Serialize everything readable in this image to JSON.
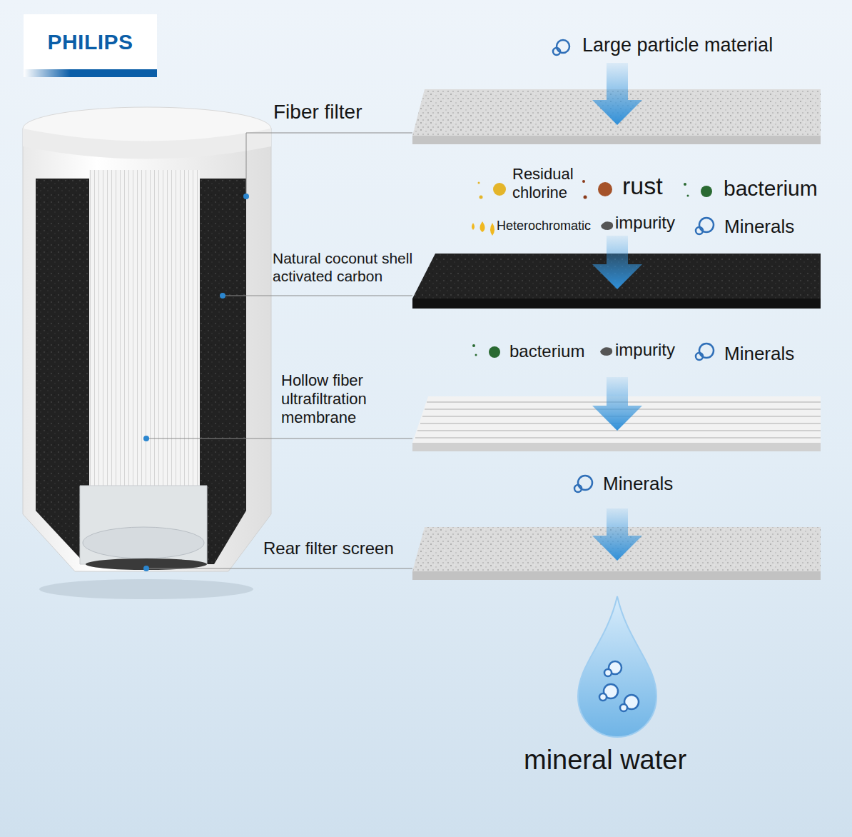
{
  "diagram": {
    "nodes": [
      {
        "text": [
          "PHILIPS"
        ]
      }
    ],
    "labels": [
      "Large particle material",
      "Fiber filter",
      "Residual chlorine",
      "rust",
      "bacterium",
      "Heterochromatic",
      "impurity",
      "Minerals",
      "Natural coconut shell activated carbon",
      "bacterium",
      "impurity",
      "Minerals",
      "Hollow fiber ultrafiltration membrane",
      "Minerals",
      "Rear filter screen",
      "mineral water"
    ]
  }
}
